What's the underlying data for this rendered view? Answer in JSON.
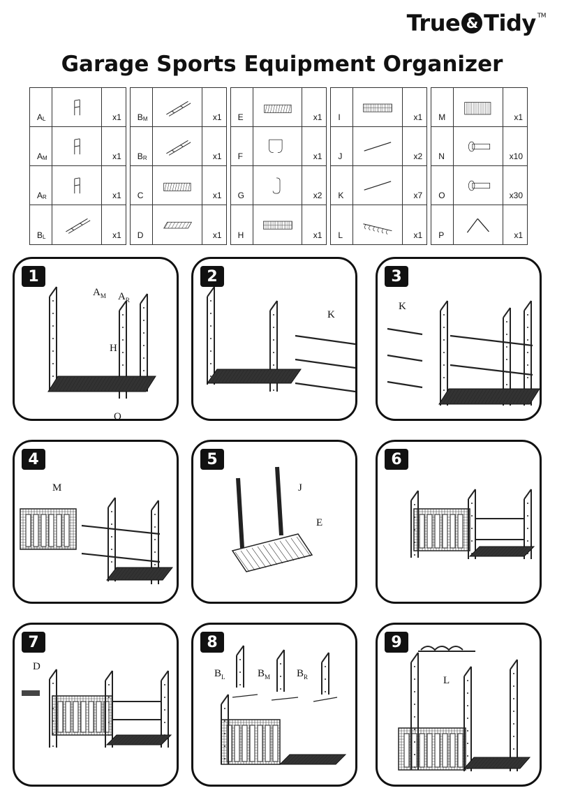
{
  "brand": {
    "left": "True",
    "amp": "&",
    "right": "Tidy",
    "tm": "TM"
  },
  "title": "Garage Sports Equipment Organizer",
  "parts": [
    [
      {
        "letter": "A",
        "sub": "L",
        "qty": "x1",
        "icon": "side-frame-icon"
      },
      {
        "letter": "A",
        "sub": "M",
        "qty": "x1",
        "icon": "side-frame-icon"
      },
      {
        "letter": "A",
        "sub": "R",
        "qty": "x1",
        "icon": "side-frame-icon"
      },
      {
        "letter": "B",
        "sub": "L",
        "qty": "x1",
        "icon": "top-frame-icon"
      }
    ],
    [
      {
        "letter": "B",
        "sub": "M",
        "qty": "x1",
        "icon": "top-frame-icon"
      },
      {
        "letter": "B",
        "sub": "R",
        "qty": "x1",
        "icon": "top-frame-icon"
      },
      {
        "letter": "C",
        "sub": "",
        "qty": "x1",
        "icon": "basket-icon"
      },
      {
        "letter": "D",
        "sub": "",
        "qty": "x1",
        "icon": "shelf-icon"
      }
    ],
    [
      {
        "letter": "E",
        "sub": "",
        "qty": "x1",
        "icon": "basket-icon"
      },
      {
        "letter": "F",
        "sub": "",
        "qty": "x1",
        "icon": "double-hook-icon"
      },
      {
        "letter": "G",
        "sub": "",
        "qty": "x2",
        "icon": "hook-icon"
      },
      {
        "letter": "H",
        "sub": "",
        "qty": "x1",
        "icon": "mesh-shelf-icon"
      }
    ],
    [
      {
        "letter": "I",
        "sub": "",
        "qty": "x1",
        "icon": "mesh-shelf-icon"
      },
      {
        "letter": "J",
        "sub": "",
        "qty": "x2",
        "icon": "rod-icon"
      },
      {
        "letter": "K",
        "sub": "",
        "qty": "x7",
        "icon": "rod-icon"
      },
      {
        "letter": "L",
        "sub": "",
        "qty": "x1",
        "icon": "hook-rack-icon"
      }
    ],
    [
      {
        "letter": "M",
        "sub": "",
        "qty": "x1",
        "icon": "cage-bin-icon"
      },
      {
        "letter": "N",
        "sub": "",
        "qty": "x10",
        "icon": "bolt-icon"
      },
      {
        "letter": "O",
        "sub": "",
        "qty": "x30",
        "icon": "bolt-icon"
      },
      {
        "letter": "P",
        "sub": "",
        "qty": "x1",
        "icon": "wrench-icon"
      }
    ]
  ],
  "steps": [
    {
      "num": "1",
      "callouts": [
        {
          "t": "A",
          "s": "M"
        },
        {
          "t": "A",
          "s": "R"
        },
        {
          "t": "H",
          "s": ""
        },
        {
          "t": "O",
          "s": ""
        }
      ]
    },
    {
      "num": "2",
      "callouts": [
        {
          "t": "K",
          "s": ""
        }
      ]
    },
    {
      "num": "3",
      "callouts": [
        {
          "t": "K",
          "s": ""
        }
      ]
    },
    {
      "num": "4",
      "callouts": [
        {
          "t": "M",
          "s": ""
        }
      ]
    },
    {
      "num": "5",
      "callouts": [
        {
          "t": "J",
          "s": ""
        },
        {
          "t": "E",
          "s": ""
        }
      ]
    },
    {
      "num": "6",
      "callouts": []
    },
    {
      "num": "7",
      "callouts": [
        {
          "t": "D",
          "s": ""
        }
      ]
    },
    {
      "num": "8",
      "callouts": [
        {
          "t": "B",
          "s": "L"
        },
        {
          "t": "B",
          "s": "M"
        },
        {
          "t": "B",
          "s": "R"
        }
      ]
    },
    {
      "num": "9",
      "callouts": [
        {
          "t": "L",
          "s": ""
        }
      ]
    }
  ]
}
